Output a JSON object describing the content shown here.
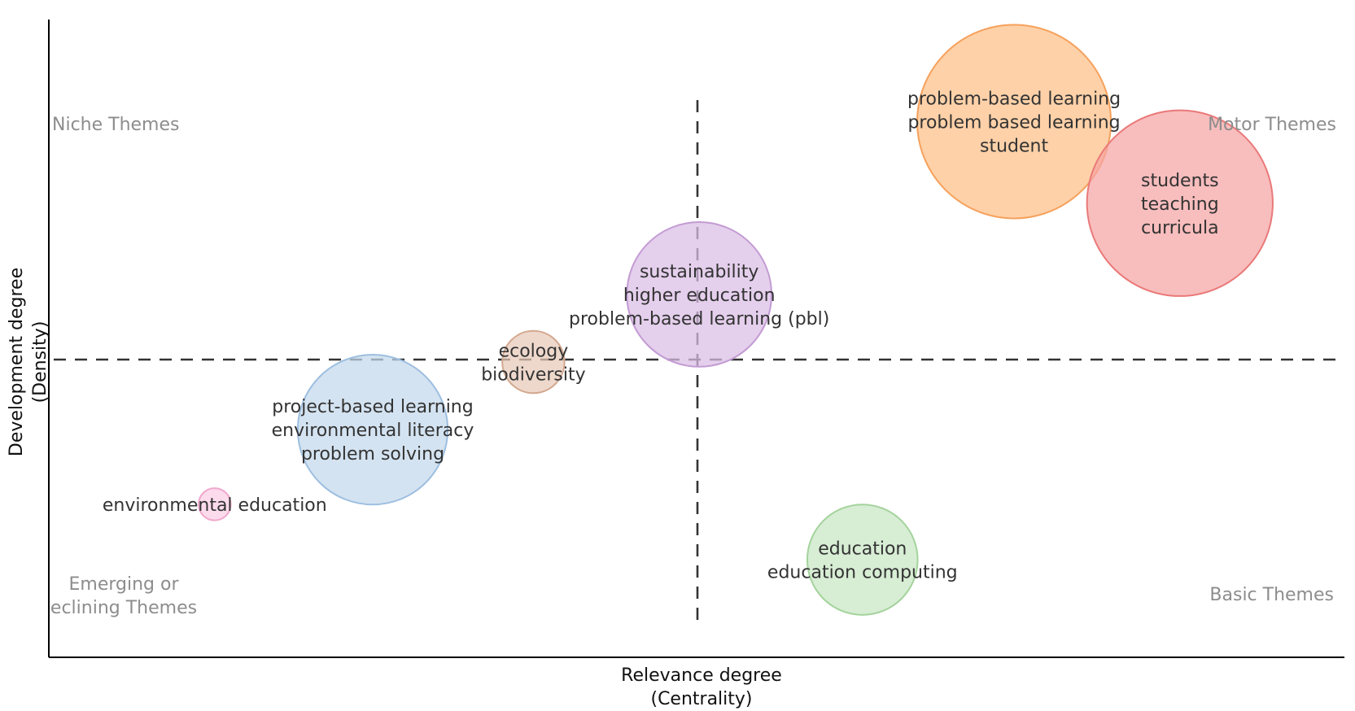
{
  "chart_data": {
    "type": "scatter",
    "xlabel": "Relevance degree\n(Centrality)",
    "ylabel": "Development degree\n(Density)",
    "quadrant_labels": {
      "top_left": "Niche Themes",
      "top_right": "Motor Themes",
      "bottom_left": "Emerging or\neclining Themes",
      "bottom_right": "Basic Themes"
    },
    "points": [
      {
        "label": "problem-based learning\nproblem based learning\nstudent",
        "x": 0.745,
        "y": 0.84,
        "size": 1.0,
        "color": "#fdbf86",
        "stroke": "#f6a15c"
      },
      {
        "label": "students\nteaching\ncurricula",
        "x": 0.873,
        "y": 0.712,
        "size": 0.959,
        "color": "#f5a3a3",
        "stroke": "#ea7979"
      },
      {
        "label": "sustainability\nhigher education\nproblem-based learning (pbl)",
        "x": 0.502,
        "y": 0.569,
        "size": 0.747,
        "color": "#d9bde4",
        "stroke": "#c39bd3"
      },
      {
        "label": "ecology\nbiodiversity",
        "x": 0.374,
        "y": 0.463,
        "size": 0.321,
        "color": "#e8c9b8",
        "stroke": "#d3a88f"
      },
      {
        "label": "project-based learning\nenvironmental literacy\nproblem solving",
        "x": 0.25,
        "y": 0.357,
        "size": 0.774,
        "color": "#c4d8ec",
        "stroke": "#9dbfe0"
      },
      {
        "label": "environmental education",
        "x": 0.128,
        "y": 0.24,
        "size": 0.166,
        "color": "#f9cde4",
        "stroke": "#f1a8cd"
      },
      {
        "label": "education\neducation computing",
        "x": 0.628,
        "y": 0.153,
        "size": 0.57,
        "color": "#c8e6c3",
        "stroke": "#a4d39c"
      }
    ]
  }
}
